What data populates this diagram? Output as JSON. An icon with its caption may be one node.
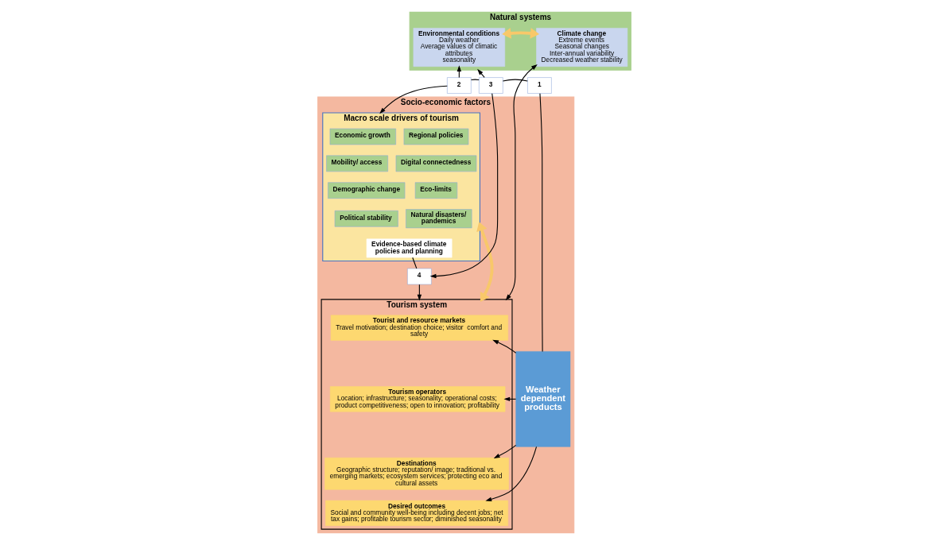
{
  "diagram": {
    "nodes": [
      {
        "text": [
          "Natural systems"
        ]
      },
      {
        "text": [
          "Environmental conditions",
          "Daily weather",
          "Average values of climatic attributes",
          "seasonality"
        ],
        "in": 0
      },
      {
        "text": [
          "Climate change",
          "Extreme events",
          "Seasonal changes",
          "Inter-annual variability",
          "Decreased weather stability"
        ],
        "in": 0
      },
      {
        "text": [
          "Socio-economic factors"
        ]
      },
      {
        "text": [
          "Macro scale drivers of tourism"
        ],
        "in": 3
      },
      {
        "text": [
          "Economic growth"
        ],
        "in": 4
      },
      {
        "text": [
          "Regional policies"
        ],
        "in": 4
      },
      {
        "text": [
          "Mobility/ access"
        ],
        "in": 4
      },
      {
        "text": [
          "Digital connectedness"
        ],
        "in": 4
      },
      {
        "text": [
          "Demographic change"
        ],
        "in": 4
      },
      {
        "text": [
          "Eco-limits"
        ],
        "in": 4
      },
      {
        "text": [
          "Political stability"
        ],
        "in": 4
      },
      {
        "text": [
          "Natural disasters/ pandemics"
        ],
        "in": 4
      },
      {
        "text": [
          "Evidence-based climate policies and planning"
        ],
        "in": 4
      },
      {
        "text": [
          "Tourism system"
        ],
        "in": 3
      },
      {
        "text": [
          "Tourist and resource markets",
          "Travel motivation; destination choice; visitor  comfort and safety"
        ],
        "in": 14
      },
      {
        "text": [
          "Tourism operators",
          "Location; infrastructure; seasonality; operational costs; product competitiveness; open to innovation; profitability"
        ],
        "in": 14
      },
      {
        "text": [
          "Destinations",
          "Geographic structure; reputation/ image; traditional vs. emerging markets; ecosystem services; protecting eco and cultural assets"
        ],
        "in": 14
      },
      {
        "text": [
          "Desired outcomes",
          "Social and community well-being including decent jobs; net tax gains; profitable tourism sector; diminished seasonality"
        ],
        "in": 14
      },
      {
        "text": [
          "Weather dependent products"
        ],
        "in": 3
      },
      {
        "text": [
          "1"
        ]
      },
      {
        "text": [
          "2"
        ]
      },
      {
        "text": [
          "3"
        ]
      },
      {
        "text": [
          "4"
        ],
        "in": 3
      }
    ],
    "edges": [
      {
        "from": 1,
        "to": 2,
        "arrow": "both",
        "style": "thick",
        "color": "#f8c86a"
      },
      {
        "from": 21,
        "to": 1,
        "arrow": "to"
      },
      {
        "from": 21,
        "to": 4,
        "arrow": "to"
      },
      {
        "from": 22,
        "to": 0,
        "arrow": "to"
      },
      {
        "from": 22,
        "to": 23,
        "arrow": "to"
      },
      {
        "from": 13,
        "to": 23,
        "arrow": "none"
      },
      {
        "from": 23,
        "to": 14,
        "arrow": "to"
      },
      {
        "from": 2,
        "to": 14,
        "arrow": "both"
      },
      {
        "from": 21,
        "to": 22,
        "arrow": "none"
      },
      {
        "from": 22,
        "to": 20,
        "arrow": "none"
      },
      {
        "from": 20,
        "to": 19,
        "arrow": "none"
      },
      {
        "from": 4,
        "to": 14,
        "arrow": "both",
        "style": "thick",
        "color": "#f8c86a"
      },
      {
        "from": 19,
        "to": 15,
        "arrow": "to"
      },
      {
        "from": 19,
        "to": 16,
        "arrow": "to"
      },
      {
        "from": 19,
        "to": 17,
        "arrow": "to"
      },
      {
        "from": 19,
        "to": 18,
        "arrow": "to"
      }
    ]
  }
}
